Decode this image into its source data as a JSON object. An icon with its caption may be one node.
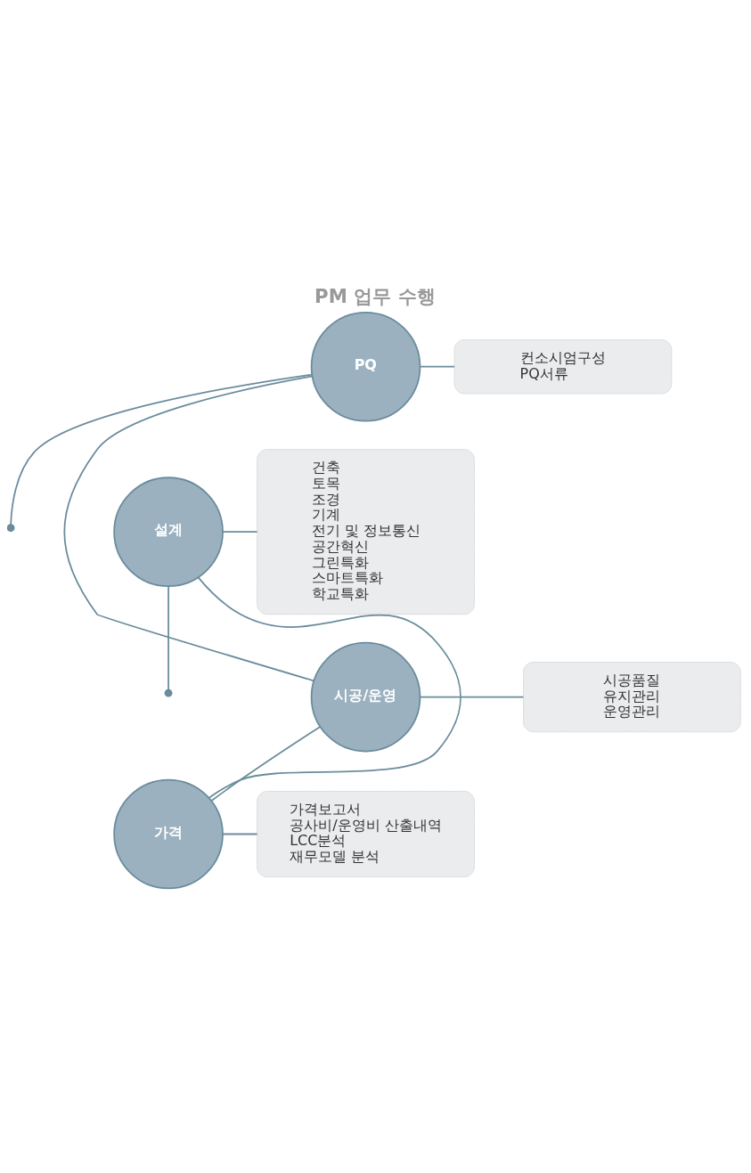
{
  "diagram": {
    "title": "PM 업무 수행",
    "nodes": [
      {
        "text": [
          "PQ"
        ]
      },
      {
        "text": [
          "컨소시엄구성",
          "PQ서류"
        ]
      },
      {
        "text": [
          "건축",
          "토목",
          "조경",
          "기계",
          "전기 및 정보통신",
          "공간혁신",
          "그린특화",
          "스마트특화",
          "학교특화"
        ]
      },
      {
        "text": [
          "설계"
        ]
      },
      {
        "text": [
          "시공/운영"
        ]
      },
      {
        "text": [
          "시공품질",
          "유지관리",
          "운영관리"
        ]
      },
      {
        "text": [
          "가격보고서",
          "공사비/운영비 산출내역",
          "LCC분석",
          "재무모델 분석"
        ]
      },
      {
        "text": [
          "가격"
        ]
      }
    ],
    "edges": [
      {
        "from": 0,
        "to": 1,
        "arrow": "none"
      },
      {
        "from": 3,
        "to": 2,
        "arrow": "none"
      },
      {
        "from": 4,
        "to": 5,
        "arrow": "none"
      },
      {
        "from": 7,
        "to": 6,
        "arrow": "none"
      },
      {
        "from": 0,
        "to": null,
        "arrow": "other"
      },
      {
        "from": 3,
        "to": null,
        "arrow": "other"
      },
      {
        "from": 3,
        "to": 7,
        "arrow": "none"
      },
      {
        "from": 7,
        "to": 4,
        "arrow": "none"
      },
      {
        "from": 4,
        "to": 0,
        "arrow": "none"
      }
    ]
  }
}
